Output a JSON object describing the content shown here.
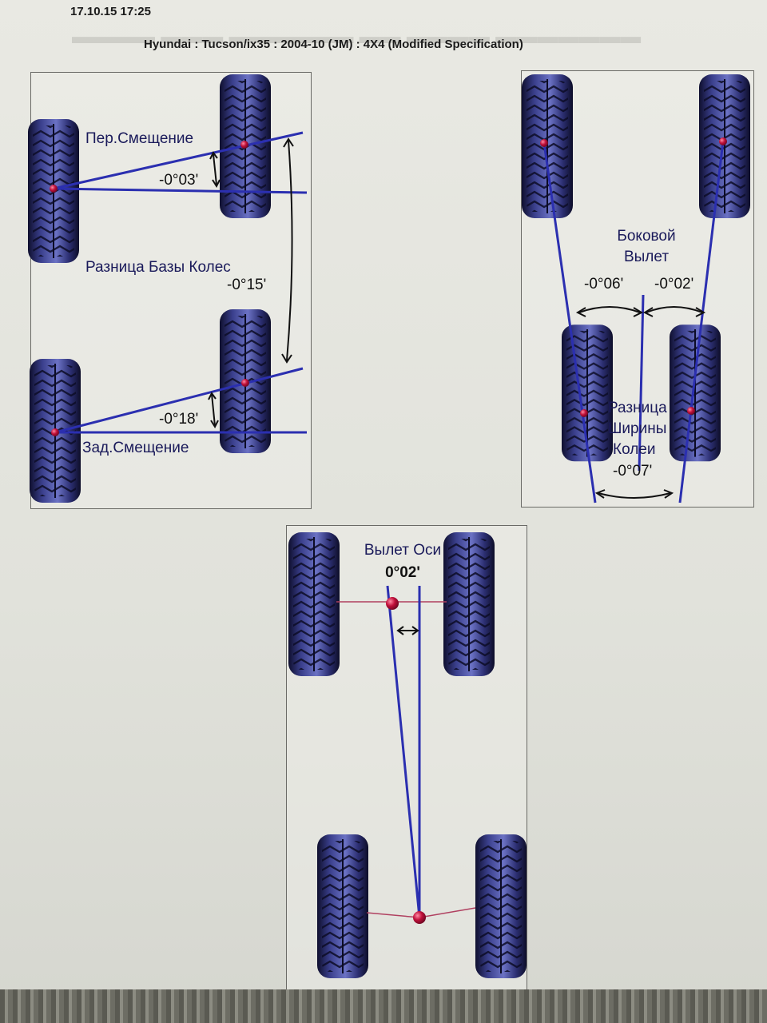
{
  "header": {
    "timestamp": "17.10.15 17:25",
    "title": "Hyundai : Tucson/ix35 : 2004-10 (JM) : 4X4 (Modified Specification)"
  },
  "colors": {
    "line": "#2b2fb0",
    "dot": "#c0103a",
    "tire": "#1e1e4a",
    "label": "#1a1a5a",
    "ref_line": "#b04060"
  },
  "panels": {
    "left": {
      "front_offset": {
        "label": "Пер.Смещение",
        "value": "-0°03'"
      },
      "wheelbase_diff": {
        "label": "Разница Базы Колес",
        "value": "-0°15'"
      },
      "rear_offset": {
        "label": "Зад.Смещение",
        "value": "-0°18'"
      }
    },
    "right": {
      "setback": {
        "label_line1": "Боковой",
        "label_line2": "Вылет",
        "left_value": "-0°06'",
        "right_value": "-0°02'"
      },
      "track_diff": {
        "label_line1": "Разница",
        "label_line2": "Ширины",
        "label_line3": "Колеи",
        "value": "-0°07'"
      }
    },
    "bottom": {
      "thrust": {
        "label": "Вылет Оси",
        "value": "0°02'"
      }
    }
  }
}
